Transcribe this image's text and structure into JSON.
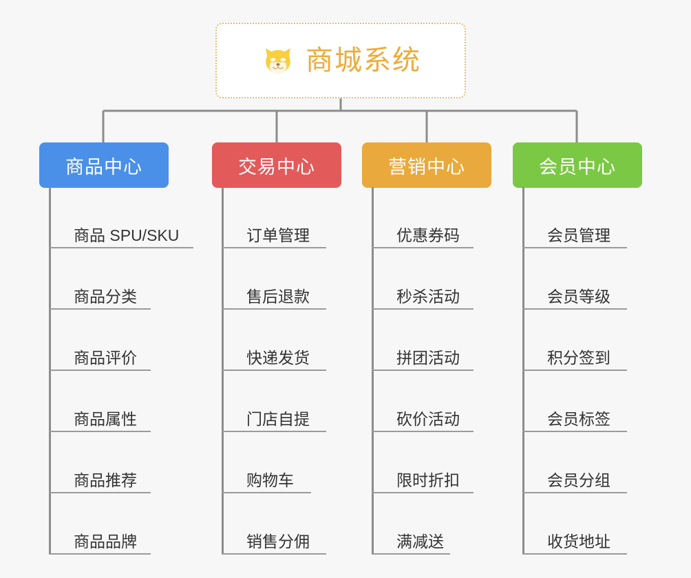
{
  "page": {
    "background_color": "#f7f7f7",
    "title": "商城系统功能架构图"
  },
  "root": {
    "label": "商城系统",
    "icon": "shiba-dog-face-icon",
    "text_color": "#eeab3a",
    "border_color": "#e8b878",
    "background_color": "#ffffff"
  },
  "connector": {
    "color": "#8c8c8c"
  },
  "leaf_style": {
    "text_color": "#333333",
    "underline_color": "#9a9a9a"
  },
  "categories": [
    {
      "label": "商品中心",
      "color": "#4a90e8",
      "items": [
        {
          "label": "商品 SPU/SKU"
        },
        {
          "label": "商品分类"
        },
        {
          "label": "商品评价"
        },
        {
          "label": "商品属性"
        },
        {
          "label": "商品推荐"
        },
        {
          "label": "商品品牌"
        }
      ]
    },
    {
      "label": "交易中心",
      "color": "#e35a5a",
      "items": [
        {
          "label": "订单管理"
        },
        {
          "label": "售后退款"
        },
        {
          "label": "快递发货"
        },
        {
          "label": "门店自提"
        },
        {
          "label": "购物车"
        },
        {
          "label": "销售分佣"
        }
      ]
    },
    {
      "label": "营销中心",
      "color": "#eaa93c",
      "items": [
        {
          "label": "优惠券码"
        },
        {
          "label": "秒杀活动"
        },
        {
          "label": "拼团活动"
        },
        {
          "label": "砍价活动"
        },
        {
          "label": "限时折扣"
        },
        {
          "label": "满减送"
        }
      ]
    },
    {
      "label": "会员中心",
      "color": "#7bc845",
      "items": [
        {
          "label": "会员管理"
        },
        {
          "label": "会员等级"
        },
        {
          "label": "积分签到"
        },
        {
          "label": "会员标签"
        },
        {
          "label": "会员分组"
        },
        {
          "label": "收货地址"
        }
      ]
    }
  ]
}
